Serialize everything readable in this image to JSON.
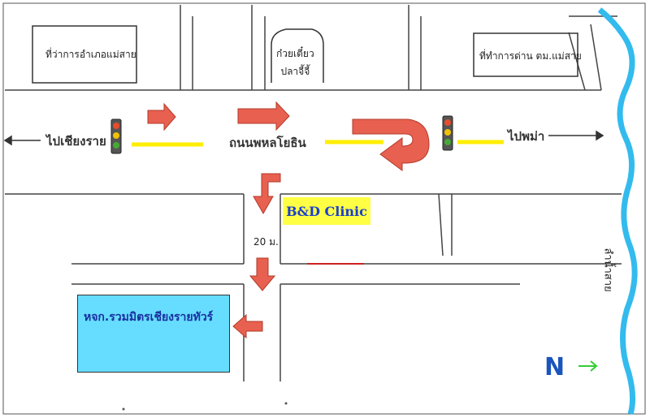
{
  "labels": {
    "district_office": "ที่ว่าการอำเภอแม่สาย",
    "noodle_shop": "ก๋วยเตี๋ยว\nปลาจี้จี้",
    "immigration": "ที่ทำการด่าน ตม.แม่สาย",
    "to_chiangrai": "ไปเชียงราย",
    "road_name": "ถนนพหลโยธิน",
    "to_myanmar": "ไปพม่า",
    "clinic": "B&D Clinic",
    "distance": "20 ม.",
    "destination": "หจก.รวมมิตรเชียงรายทัวร์",
    "river": "ลำน้ำสาย",
    "north": "N"
  },
  "colors": {
    "arrow": "#e8604f",
    "road_line": "#ffee00",
    "river": "#33bbee",
    "clinic_bg": "#ffff44",
    "destination_bg": "#66ddff",
    "north_letter": "#1a55bb",
    "north_arrow": "#33cc33"
  }
}
